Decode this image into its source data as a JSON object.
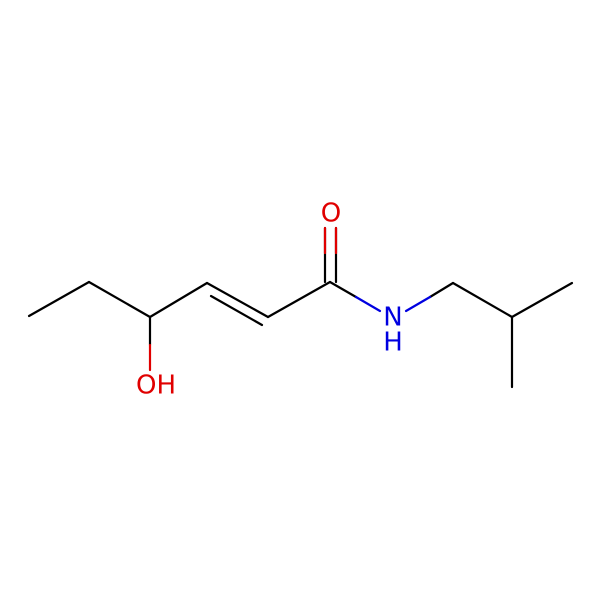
{
  "molecule": {
    "atoms": {
      "O_carbonyl": {
        "label": "O",
        "color": "#e00000"
      },
      "N_amide": {
        "label": "N",
        "color": "#0000e0"
      },
      "H_amide": {
        "label": "H",
        "color": "#0000e0"
      },
      "O_hydroxyl": {
        "label": "OH",
        "color": "#e00000"
      }
    },
    "bond_color": "#000000"
  }
}
